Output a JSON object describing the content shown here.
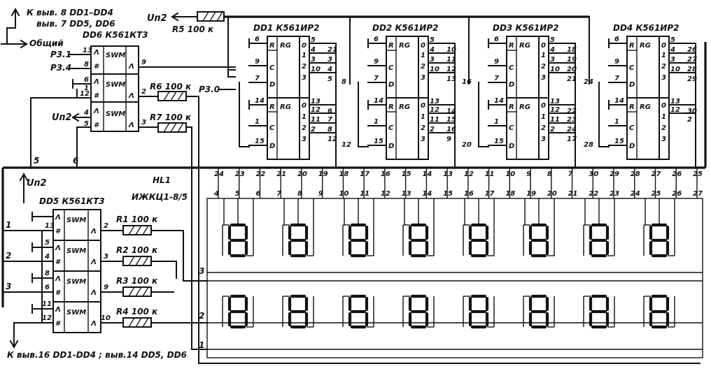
{
  "notes": {
    "top_line1": "К выв. 8 DD1–DD4",
    "top_line2": "выв. 7 DD5, DD6",
    "common": "Общий",
    "bottom": "К выв.16 DD1-DD4 ; выв.14 DD5, DD6"
  },
  "power": {
    "top": "Uп2",
    "dd6": "Uп2",
    "dd5": "Uп2"
  },
  "resistors": {
    "r5": "R5 100 к",
    "r6": "R6 100 к",
    "r7": "R7 100 к",
    "r1": "R1 100 к",
    "r2": "R2 100 к",
    "r3": "R3 100 к",
    "r4": "R4 100 к"
  },
  "switches": {
    "dd6": {
      "title": "DD6 К561КТ3",
      "cell": "SWM",
      "inputs": [
        "Р3.1",
        "Р3.4"
      ],
      "p3_0": "Р3.0",
      "pins_left": [
        "13",
        "8",
        "6",
        "1",
        "12",
        "4",
        "5"
      ],
      "pins_right": [
        "9",
        "2",
        "3"
      ],
      "bus_pins": [
        "5",
        "6"
      ]
    },
    "dd5": {
      "title": "DD5 К561КТ3",
      "cell": "SWM",
      "pins_left": [
        "1",
        "13",
        "5",
        "4",
        "8",
        "6",
        "11",
        "12"
      ],
      "pins_right": [
        "2",
        "3",
        "9",
        "10"
      ],
      "line_pins": [
        "1",
        "2",
        "3"
      ]
    }
  },
  "registers": [
    {
      "title": "DD1 К561ИР2",
      "pins_in": [
        "6",
        "9",
        "7",
        "14",
        "1",
        "15"
      ],
      "pins_out": [
        "5",
        "4",
        "3",
        "10",
        "13",
        "12",
        "11",
        "2"
      ],
      "ext": [
        "21",
        "3",
        "4",
        "5",
        "6",
        "7",
        "8",
        "12"
      ]
    },
    {
      "title": "DD2 К561ИР2",
      "pins_in": [
        "6",
        "9",
        "7",
        "14",
        "1",
        "15"
      ],
      "pins_out": [
        "5",
        "4",
        "3",
        "10",
        "13",
        "12",
        "11",
        "2"
      ],
      "ext": [
        "10",
        "11",
        "12",
        "13",
        "14",
        "15",
        "16",
        "9"
      ]
    },
    {
      "title": "DD3 К561ИР2",
      "pins_in": [
        "6",
        "9",
        "7",
        "14",
        "1",
        "15"
      ],
      "pins_out": [
        "5",
        "4",
        "3",
        "10",
        "13",
        "12",
        "11",
        "2"
      ],
      "ext": [
        "18",
        "19",
        "20",
        "21",
        "22",
        "23",
        "24",
        "17"
      ]
    },
    {
      "title": "DD4 К561ИР2",
      "pins_in": [
        "6",
        "9",
        "7",
        "14",
        "1",
        "15"
      ],
      "pins_out": [
        "5",
        "4",
        "3",
        "10",
        "13",
        "12"
      ],
      "ext": [
        "26",
        "27",
        "28",
        "29",
        "30",
        "2"
      ]
    }
  ],
  "register_labels": {
    "rg": "RG",
    "r": "R",
    "c": "C",
    "d": "D",
    "q": [
      "0",
      "1",
      "2",
      "3"
    ]
  },
  "register_bus_nums": [
    "8",
    "16",
    "24",
    "12",
    "20",
    "28"
  ],
  "display": {
    "title": "HL1",
    "type": "ИЖКЦ1-8/5",
    "bus_top": [
      "24",
      "23",
      "22",
      "21",
      "20",
      "19",
      "18",
      "17",
      "16",
      "15",
      "14",
      "13",
      "12",
      "11",
      "10",
      "9",
      "8",
      "7",
      "30",
      "29",
      "28",
      "27",
      "26",
      "25"
    ],
    "bus_bottom": [
      "4",
      "5",
      "6",
      "7",
      "8",
      "9",
      "10",
      "11",
      "12",
      "13",
      "14",
      "15",
      "16",
      "17",
      "18",
      "19",
      "20",
      "21",
      "22",
      "23",
      "24",
      "25",
      "26",
      "27"
    ],
    "left_pins": [
      "3",
      "2",
      "1"
    ]
  }
}
